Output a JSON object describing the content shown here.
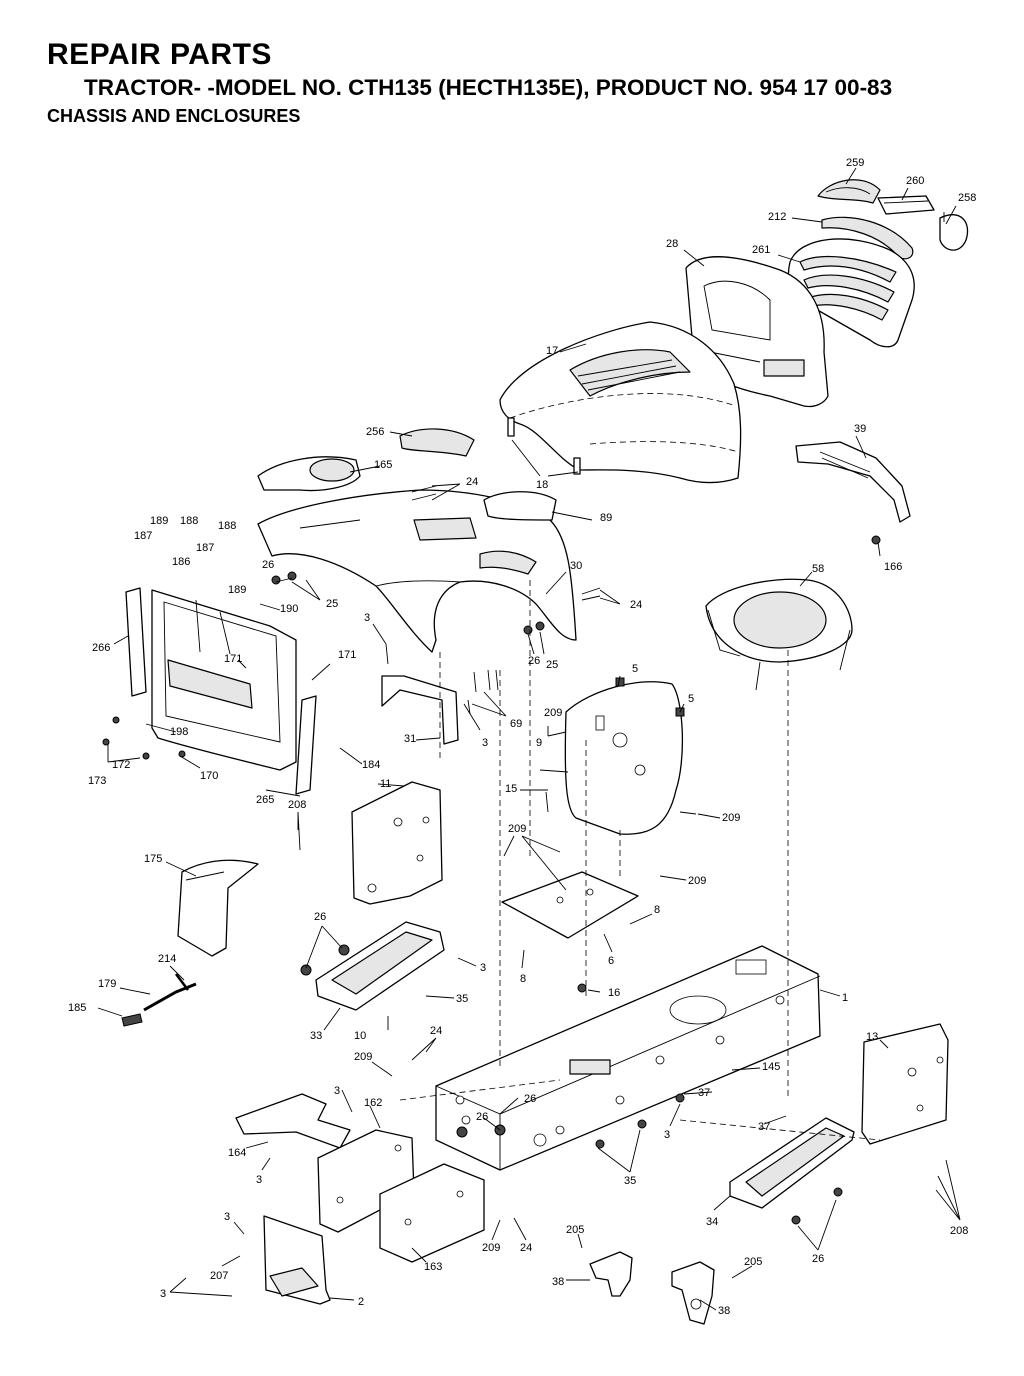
{
  "header": {
    "title": "REPAIR PARTS",
    "model_line": "TRACTOR- -MODEL NO. CTH135 (HECTH135E), PRODUCT NO. 954 17 00-83",
    "section": "CHASSIS AND ENCLOSURES"
  },
  "callouts": {
    "c259": "259",
    "c260": "260",
    "c258": "258",
    "c212": "212",
    "c28": "28",
    "c261": "261",
    "c17": "17",
    "c256": "256",
    "c18": "18",
    "c39": "39",
    "c165": "165",
    "c24a": "24",
    "c89": "89",
    "c189a": "189",
    "c188a": "188",
    "c187a": "187",
    "c188b": "188",
    "c187b": "187",
    "c186": "186",
    "c189b": "189",
    "c26a": "26",
    "c25a": "25",
    "c30": "30",
    "c24b": "24",
    "c166": "166",
    "c58": "58",
    "c190": "190",
    "c3a": "3",
    "c266": "266",
    "c171a": "171",
    "c171b": "171",
    "c26b": "26",
    "c25b": "25",
    "c5a": "5",
    "c5b": "5",
    "c69": "69",
    "c209a": "209",
    "c31": "31",
    "c3b": "3",
    "c198": "198",
    "c172": "172",
    "c173": "173",
    "c170": "170",
    "c184": "184",
    "c9": "9",
    "c265": "265",
    "c11": "11",
    "c15": "15",
    "c209b": "209",
    "c208a": "208",
    "c209c": "209",
    "c175": "175",
    "c209d": "209",
    "c8a": "8",
    "c26c": "26",
    "c3c": "3",
    "c6": "6",
    "c8b": "8",
    "c214": "214",
    "c16": "16",
    "c179": "179",
    "c35a": "35",
    "c1": "1",
    "c185": "185",
    "c33": "33",
    "c10": "10",
    "c24c": "24",
    "c13": "13",
    "c209e": "209",
    "c145": "145",
    "c3d": "3",
    "c162": "162",
    "c26d": "26",
    "c26e": "26",
    "c37a": "37",
    "c37b": "37",
    "c3e": "3",
    "c164": "164",
    "c3f": "3",
    "c35b": "35",
    "c34": "34",
    "c208b": "208",
    "c3g": "3",
    "c209f": "209",
    "c24d": "24",
    "c205a": "205",
    "c26f": "26",
    "c163": "163",
    "c207": "207",
    "c205b": "205",
    "c38a": "38",
    "c38b": "38",
    "c3h": "3",
    "c2": "2"
  }
}
